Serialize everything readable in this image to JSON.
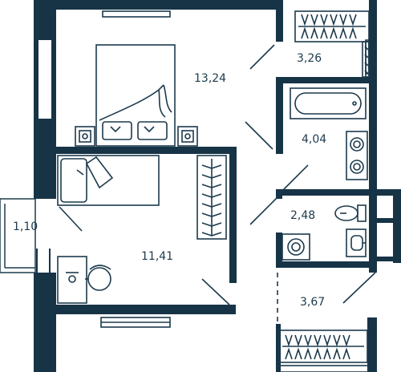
{
  "plan": {
    "rooms": [
      {
        "id": "bedroom-main",
        "area": "13,24"
      },
      {
        "id": "wardrobe-top",
        "area": "3,26"
      },
      {
        "id": "bathroom",
        "area": "4,04"
      },
      {
        "id": "toilet",
        "area": "2,48"
      },
      {
        "id": "bedroom-second",
        "area": "11,41"
      },
      {
        "id": "balcony",
        "area": "1,10"
      },
      {
        "id": "hallway",
        "area": "3,67"
      }
    ]
  },
  "colors": {
    "wall": "#173447",
    "line": "#1c3a4c",
    "background": "#ffffff"
  }
}
